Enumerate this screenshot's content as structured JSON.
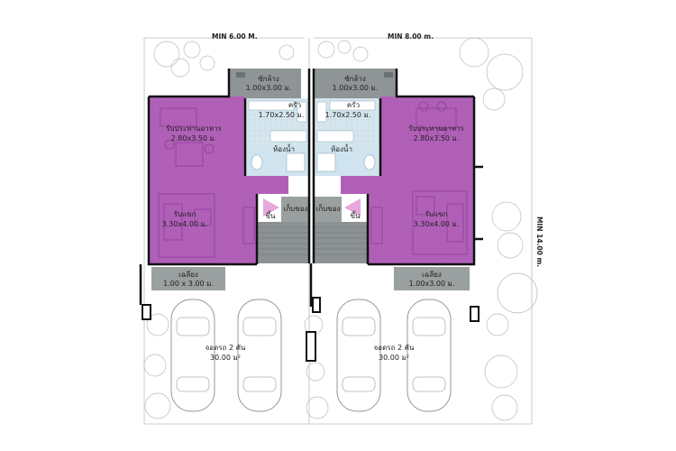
{
  "dimensions": {
    "left_width": "MIN 6.00 M.",
    "right_width": "MIN 8.00 m.",
    "depth": "MIN 14.00 m."
  },
  "left_unit": {
    "laundry": {
      "label": "ซักล้าง",
      "size": "1.00x3.00 ม."
    },
    "kitchen": {
      "label": "ครัว",
      "size": "1.70x2.50 ม."
    },
    "dining": {
      "label": "รับประทานอาหาร",
      "size": "2.80x3.50 ม."
    },
    "bathroom": {
      "label": "ห้องน้ำ"
    },
    "storage": {
      "label": "เก็บของ"
    },
    "stairs": {
      "label": "ขึ้น"
    },
    "living": {
      "label": "รับแขก",
      "size": "3.30x4.00 ม."
    },
    "porch": {
      "label": "เฉลียง",
      "size": "1.00 x 3.00 ม."
    },
    "parking": {
      "label": "จอดรถ 2 คัน",
      "size": "30.00 ม²"
    }
  },
  "right_unit": {
    "laundry": {
      "label": "ซักล้าง",
      "size": "1.00x3.00 ม."
    },
    "kitchen": {
      "label": "ครัว",
      "size": "1.70x2.50 ม."
    },
    "dining": {
      "label": "รับประทานอาหาร",
      "size": "2.80x3.50 ม."
    },
    "bathroom": {
      "label": "ห้องน้ำ"
    },
    "storage": {
      "label": "เก็บของ"
    },
    "stairs": {
      "label": "ขึ้น"
    },
    "living": {
      "label": "รับแขก",
      "size": "3.30x4.00 ม."
    },
    "porch": {
      "label": "เฉลียง",
      "size": "1.00x3.00 ม."
    },
    "parking": {
      "label": "จอดรถ 2 คัน",
      "size": "30.00 ม²"
    }
  },
  "colors": {
    "room_purple": "#b160b8",
    "kitchen_blue": "#d6e6ef",
    "bath_blue": "#cfe4ee",
    "service_gray": "#8f9597",
    "porch_gray": "#9aa09f",
    "storage_pink": "#e7a8dc",
    "wall": "#111111"
  }
}
